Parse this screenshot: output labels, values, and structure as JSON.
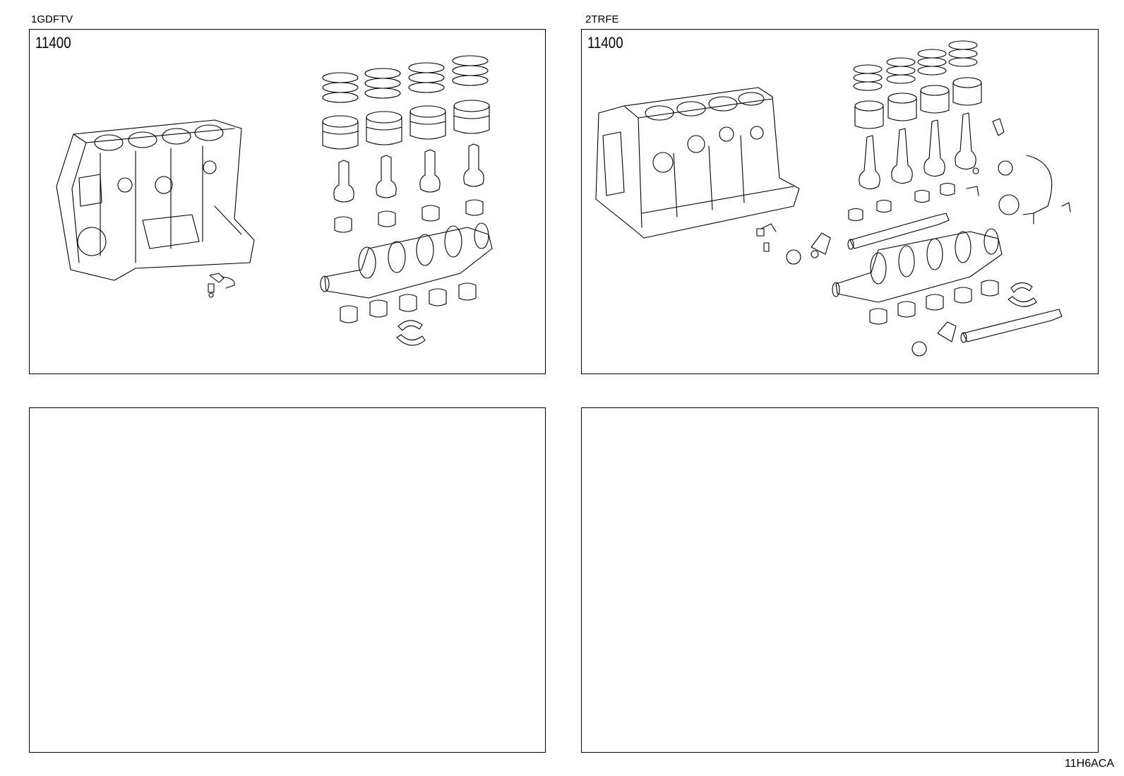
{
  "panels": [
    {
      "engine": "1GDFTV",
      "part_number": "11400"
    },
    {
      "engine": "2TRFE",
      "part_number": "11400"
    },
    {
      "engine": "",
      "part_number": ""
    },
    {
      "engine": "",
      "part_number": ""
    }
  ],
  "diagram_code": "11H6ACA"
}
